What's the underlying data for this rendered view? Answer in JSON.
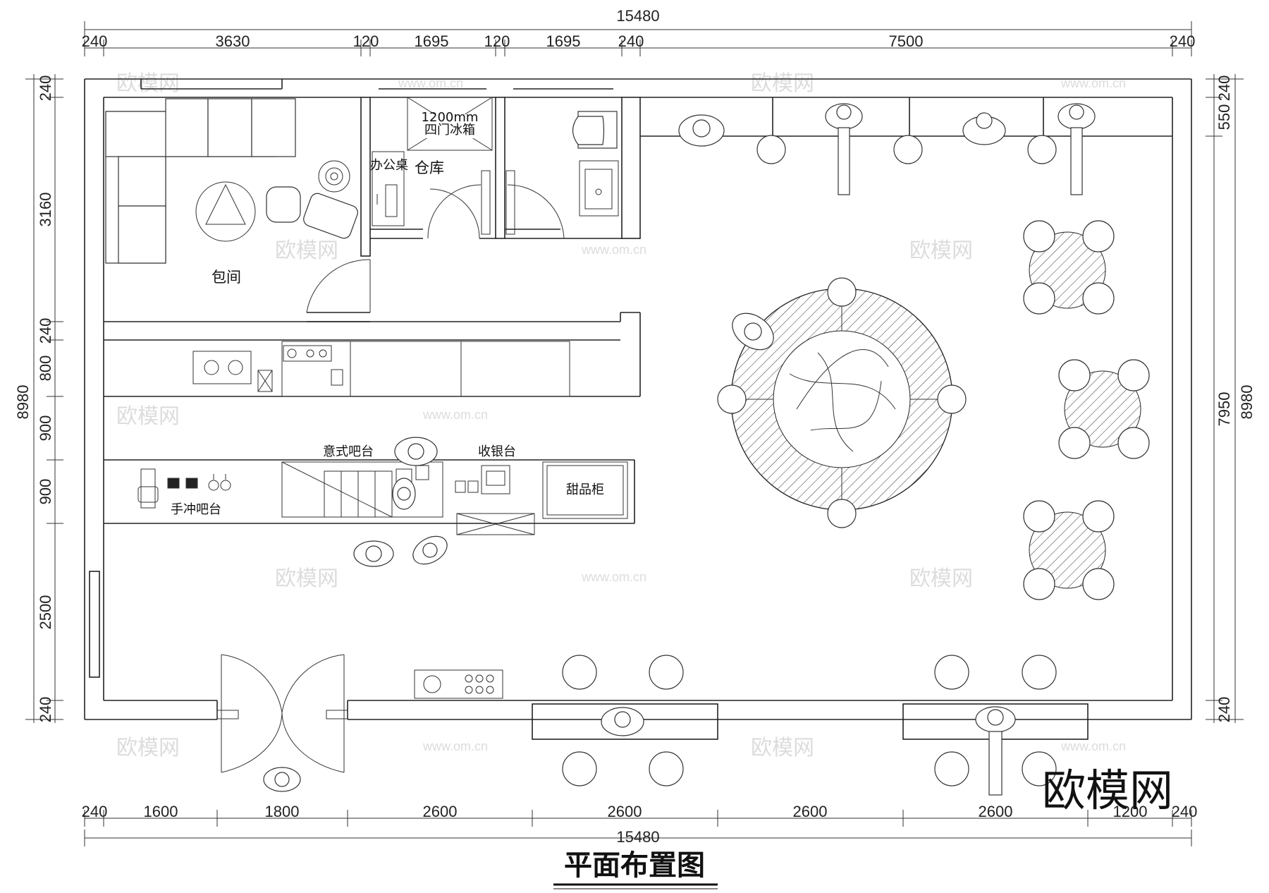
{
  "title": "平面布置图",
  "brand_watermark": "欧模网",
  "watermark_text": "欧模网",
  "watermark_url": "www.om.cn",
  "dimensions": {
    "top_total": "15480",
    "top": [
      "240",
      "3630",
      "120",
      "1695",
      "120",
      "1695",
      "240",
      "7500",
      "240"
    ],
    "bottom": [
      "240",
      "1600",
      "1800",
      "2600",
      "2600",
      "2600",
      "2600",
      "1200",
      "240"
    ],
    "bottom_total": "15480",
    "left_total": "8980",
    "left": [
      "240",
      "3160",
      "240",
      "800",
      "900",
      "900",
      "2500",
      "240"
    ],
    "right_total": "8980",
    "right_inner": "7950",
    "right": [
      "240",
      "550",
      "240"
    ]
  },
  "rooms": {
    "private_room": "包间",
    "storage": "仓库",
    "office_desk": "办公桌",
    "fridge_size": "1200mm",
    "fridge": "四门冰箱",
    "espresso_bar": "意式吧台",
    "cashier": "收银台",
    "dessert_cabinet": "甜品柜",
    "pour_over_bar": "手冲吧台"
  },
  "icons": [
    "person-icon",
    "chair-icon",
    "round-table-icon",
    "sink-icon",
    "toilet-icon",
    "door-swing-icon",
    "planter-icon",
    "stool-icon"
  ]
}
